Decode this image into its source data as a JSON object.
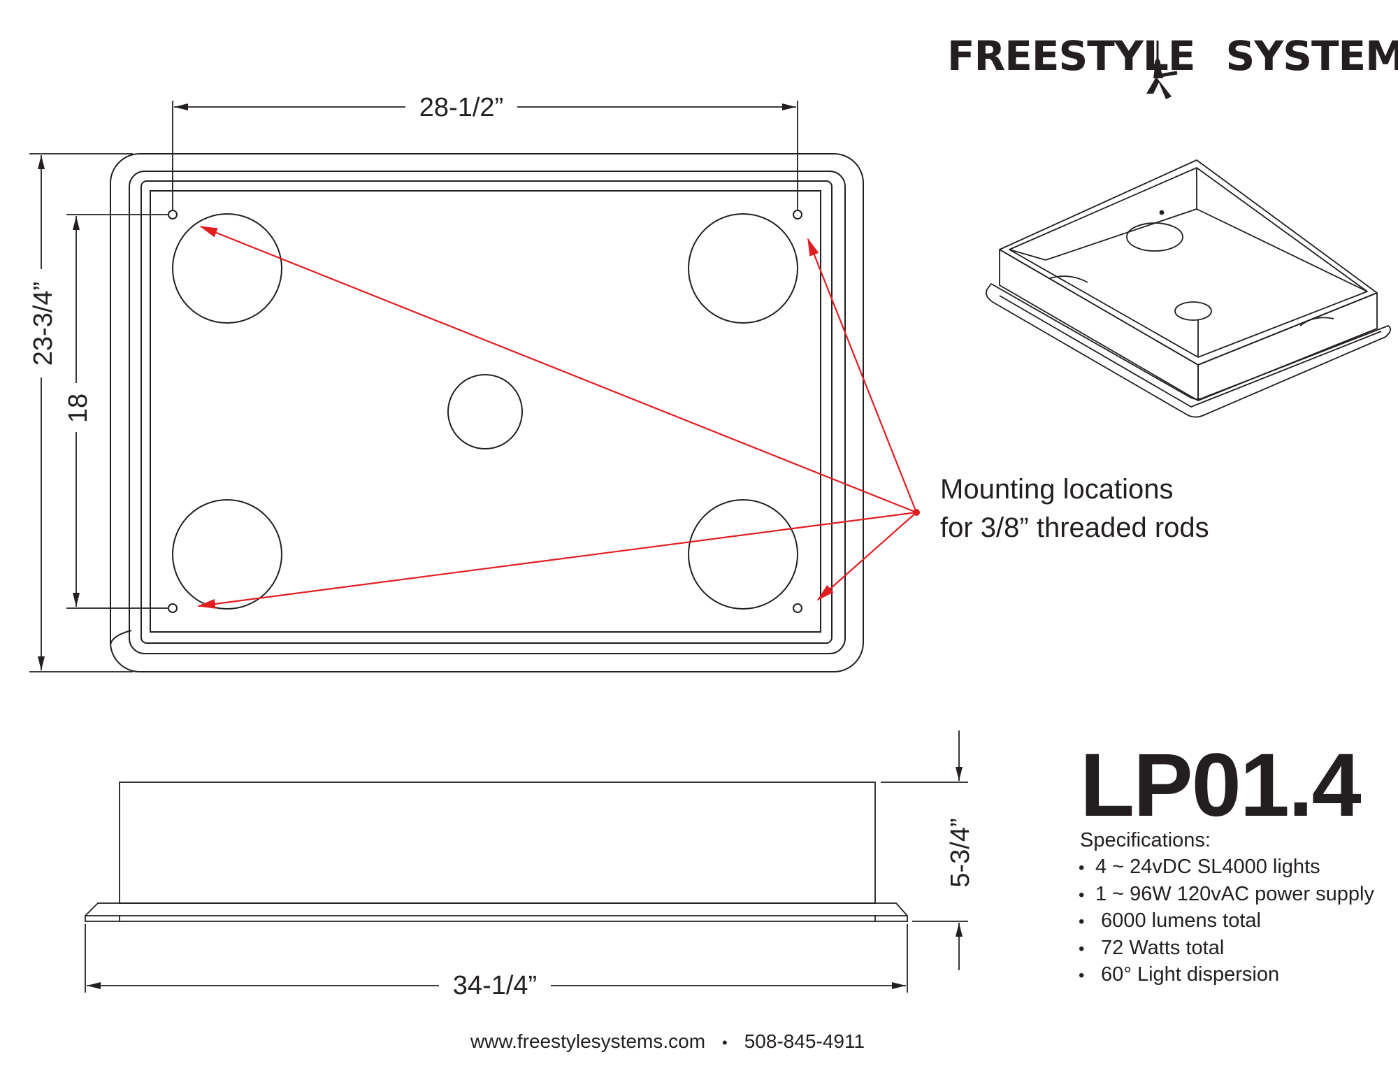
{
  "brand": {
    "left_word": "FREESTYLE",
    "right_word": "SYSTEMS"
  },
  "dimensions": {
    "hole_spacing_width": "28-1/2”",
    "overall_height": "23-3/4”",
    "hole_spacing_height": "18",
    "overall_width": "34-1/4”",
    "depth": "5-3/4”"
  },
  "callout": {
    "line1": "Mounting locations",
    "line2": "for 3/8”  threaded rods"
  },
  "model": "LP01.4",
  "specifications": {
    "title": "Specifications:",
    "items": [
      "4 ~ 24vDC SL4000 lights",
      "1 ~ 96W 120vAC power supply",
      " 6000 lumens total",
      " 72 Watts total",
      " 60° Light dispersion"
    ]
  },
  "footer": {
    "website": "www.freestylesystems.com",
    "separator": "•",
    "phone": "508-845-4911"
  },
  "colors": {
    "line": "#231f20",
    "arrow": "#e01e22"
  }
}
